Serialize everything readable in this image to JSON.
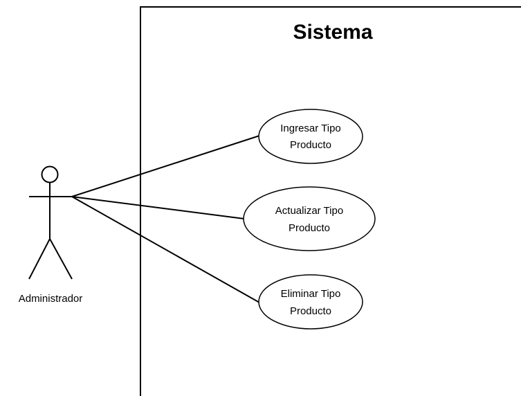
{
  "system": {
    "title": "Sistema"
  },
  "actor": {
    "name": "Administrador"
  },
  "use_cases": [
    {
      "line1": "Ingresar Tipo",
      "line2": "Producto"
    },
    {
      "line1": "Actualizar Tipo",
      "line2": "Producto"
    },
    {
      "line1": "Eliminar Tipo",
      "line2": "Producto"
    }
  ],
  "colors": {
    "stroke": "#000000",
    "background": "#ffffff"
  }
}
